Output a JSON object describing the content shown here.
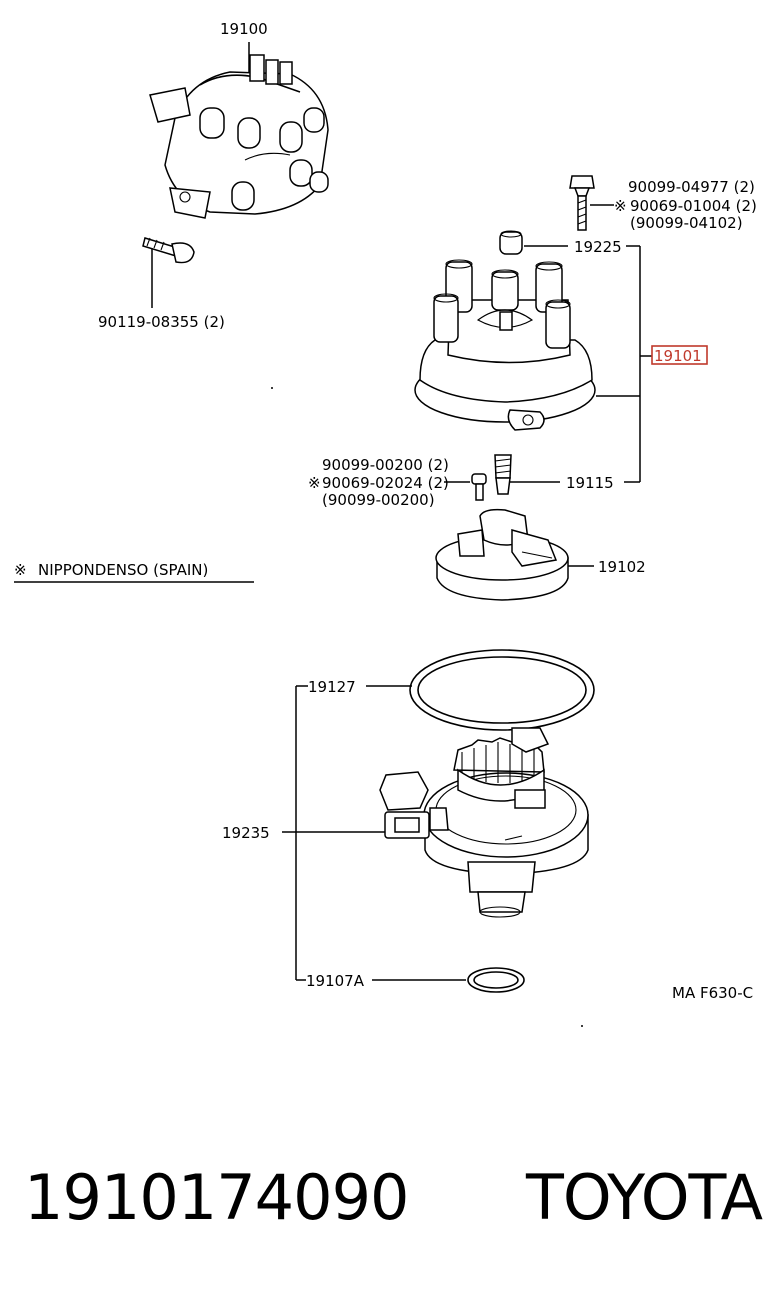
{
  "diagram": {
    "parts": {
      "distributor_assy": "19100",
      "cap_assy": "19101",
      "rotor": "19102",
      "gasket": "19107A",
      "electrode": "19115",
      "o_ring": "19127",
      "cap_plug": "19225",
      "pickup_coil": "19235"
    },
    "screws": {
      "mount_bolt": "90119-08355 (2)",
      "cap_screw_line1": "90099-04977 (2)",
      "cap_screw_line2": "90069-01004 (2)",
      "cap_screw_line3": "(90099-04102)",
      "rotor_screw_line1": "90099-00200 (2)",
      "rotor_screw_line2": "90069-02024 (2)",
      "rotor_screw_line3": "(90099-00200)"
    },
    "note_mark": "※",
    "note_text": "NIPPONDENSO (SPAIN)",
    "figure_code": "MA F630-C"
  },
  "footer": {
    "part_number": "1910174090",
    "brand": "TOYOTA"
  },
  "colors": {
    "highlight": "#c0392b",
    "line": "#000000"
  }
}
